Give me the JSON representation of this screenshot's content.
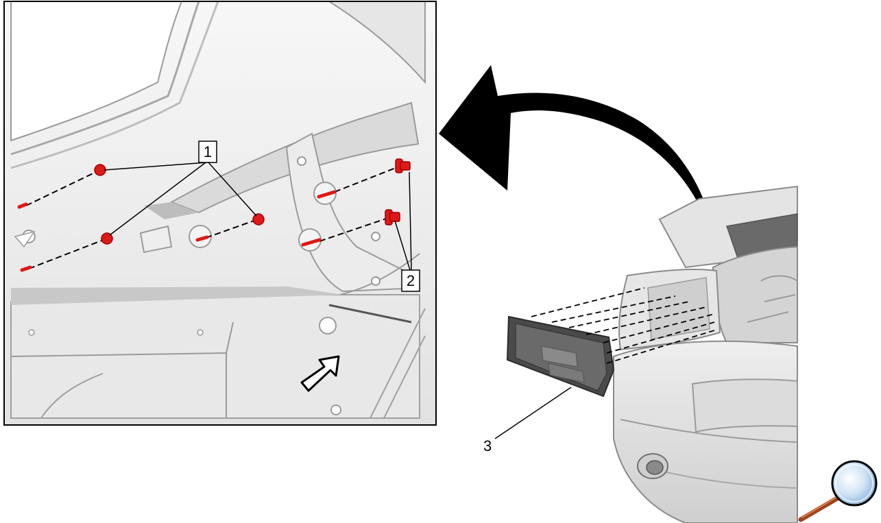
{
  "callouts": {
    "one": "1",
    "two": "2",
    "three": "3"
  },
  "icons": {
    "zoom": "magnifier-icon",
    "removal_arrow": "curved-arrow-icon",
    "direction_arrow": "hollow-arrow-icon"
  },
  "colors": {
    "fastener": "#e01818",
    "outline": "#000000",
    "panel": "#f0f0f0"
  }
}
